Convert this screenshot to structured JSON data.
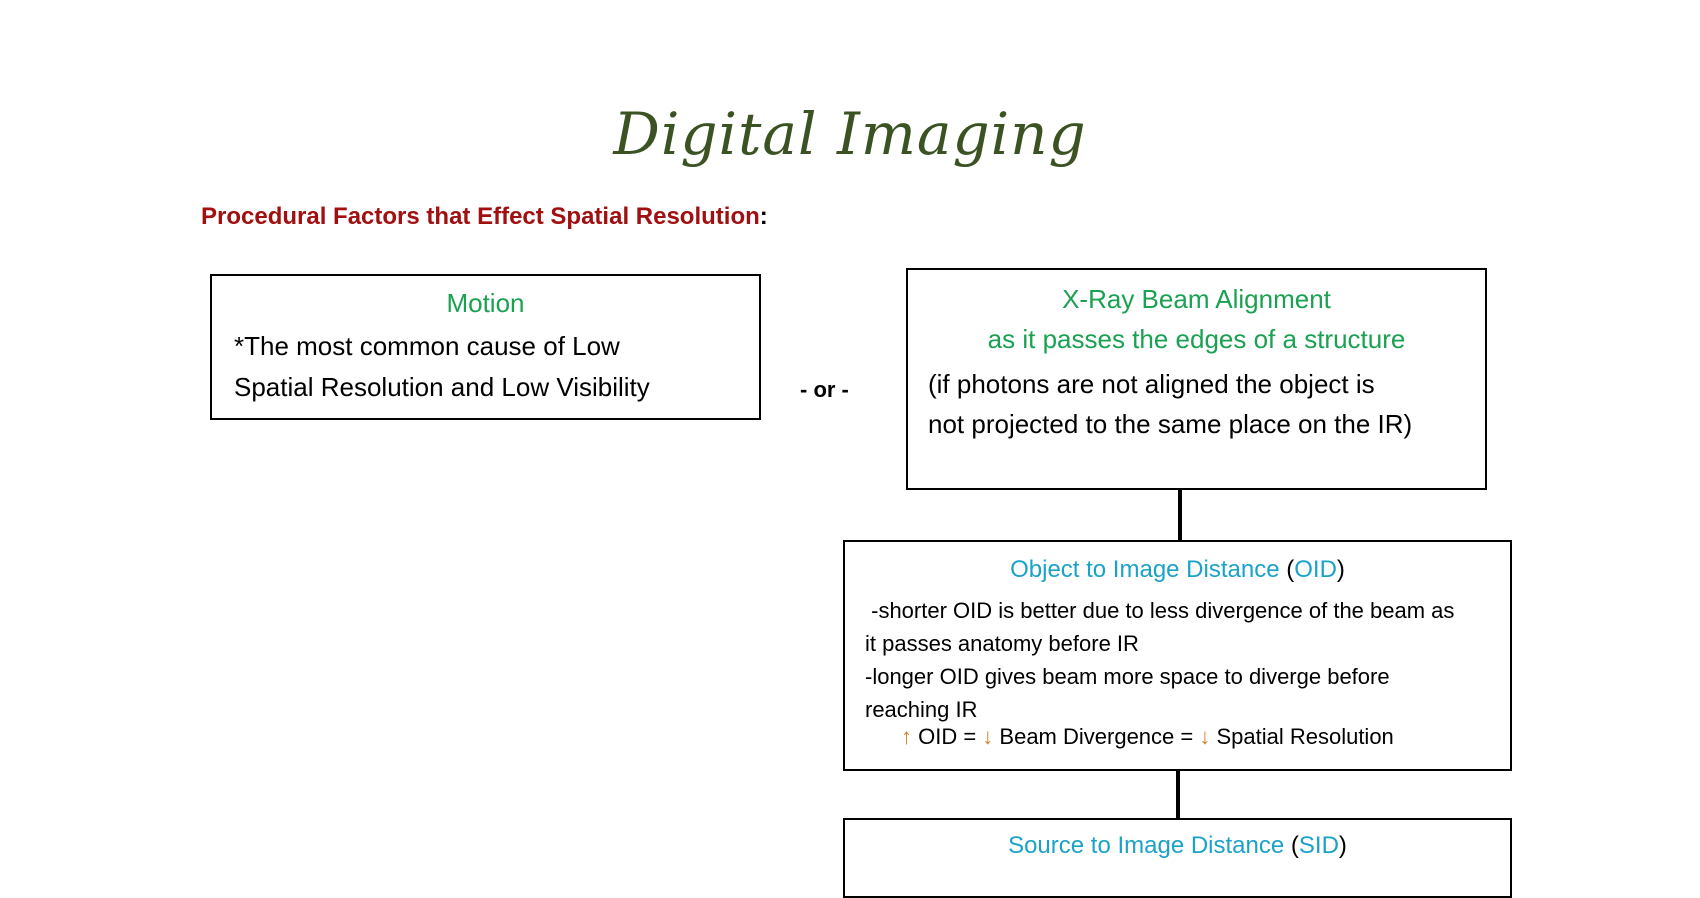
{
  "title": "Digital Imaging",
  "heading": {
    "text": "Procedural Factors that Effect Spatial Resolution",
    "suffix": ":"
  },
  "motion_box": {
    "title": "Motion",
    "line1": "*The most common cause of Low",
    "line2": "Spatial Resolution and Low Visibility"
  },
  "or_label": "- or -",
  "beam_box": {
    "title1": "X-Ray Beam Alignment",
    "title2": "as it passes the edges of a structure",
    "line1": "(if photons are not aligned the object is",
    "line2": "not projected to the same place on the IR)"
  },
  "oid_box": {
    "title_main": "Object to Image Distance",
    "title_open": " (",
    "title_abbr": "OID",
    "title_close": ")",
    "line1": " -shorter OID is better due to less divergence of the beam as",
    "line2": "it passes anatomy before IR",
    "line3": "-longer OID gives beam more space to diverge before",
    "line4": "reaching IR",
    "formula": {
      "arrow1": "↑",
      "part1": " OID = ",
      "arrow2": "↓",
      "part2": " Beam Divergence = ",
      "arrow3": "↓",
      "part3": " Spatial Resolution"
    }
  },
  "sid_box": {
    "title_main": "Source to Image Distance",
    "title_open": " (",
    "title_abbr": "SID",
    "title_close": ")"
  },
  "colors": {
    "title": "#3b5323",
    "heading": "#a01010",
    "box_title_green": "#1aa152",
    "box_title_cyan": "#1ba2c9",
    "arrow": "#d0802a"
  }
}
